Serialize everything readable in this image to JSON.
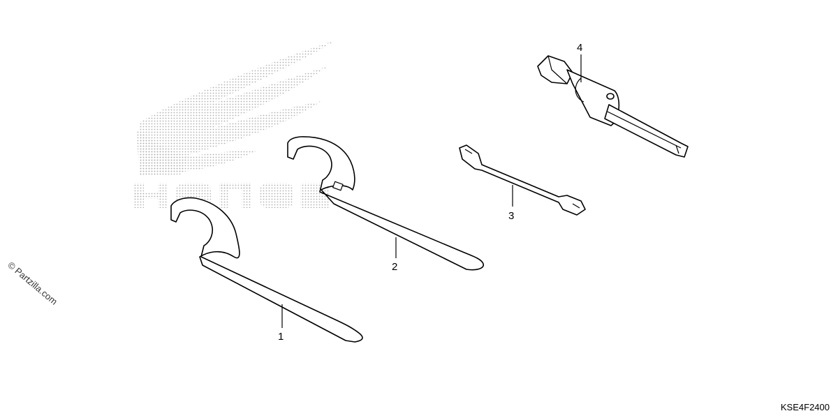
{
  "watermark": {
    "brand": "HONDA",
    "color": "#b0b0b0"
  },
  "callouts": [
    {
      "id": "1",
      "label": "1"
    },
    {
      "id": "2",
      "label": "2"
    },
    {
      "id": "3",
      "label": "3"
    },
    {
      "id": "4",
      "label": "4"
    }
  ],
  "copyright": "© Partzilla.com",
  "diagram_code": "KSE4F2400"
}
